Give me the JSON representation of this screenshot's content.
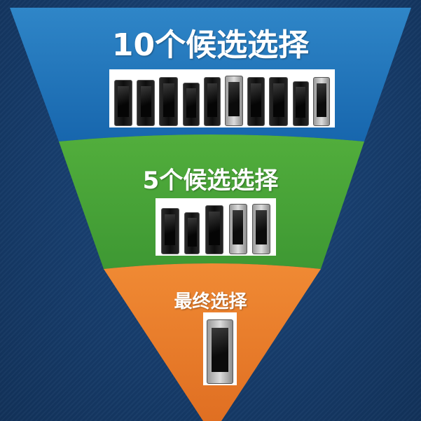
{
  "funnel": {
    "stages": [
      {
        "label": "10个候选选择",
        "color": "#1c73b8"
      },
      {
        "label": "5个候选选择",
        "color": "#3f9a35"
      },
      {
        "label": "最终选择",
        "color": "#e8762b"
      }
    ],
    "background_color": "#163b6a"
  },
  "images": {
    "stage1_phones": [
      "phone-image",
      "phone-image",
      "phone-image",
      "phone-image",
      "phone-image",
      "phone-image",
      "phone-image",
      "phone-image",
      "phone-image",
      "phone-image"
    ],
    "stage2_phones": [
      "phone-image",
      "phone-image",
      "phone-image",
      "phone-image",
      "phone-image"
    ],
    "stage3_phones": [
      "phone-image"
    ]
  }
}
